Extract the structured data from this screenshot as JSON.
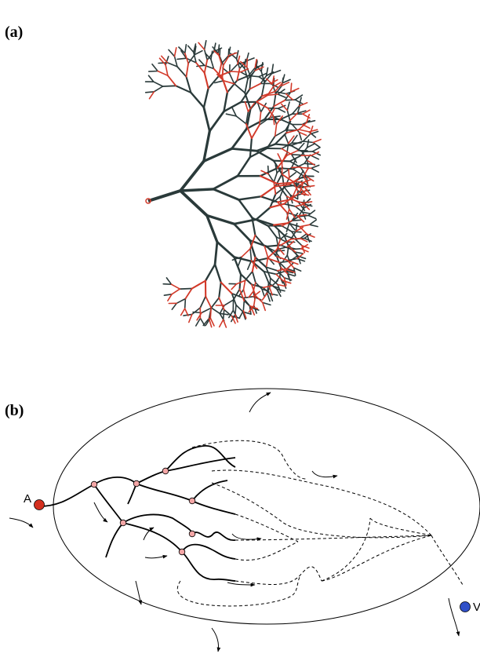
{
  "panel_a": {
    "label": "(a)"
  },
  "panel_b": {
    "label": "(b)",
    "node_a_label": "A",
    "node_v_label": "V"
  },
  "colors": {
    "branch": "#2a3a3a",
    "branch_highlight": "#d23a2a",
    "node_a": "#d4301f",
    "node_v": "#3050c8",
    "junction": "#f4a6a6",
    "ellipse": "#000000"
  }
}
